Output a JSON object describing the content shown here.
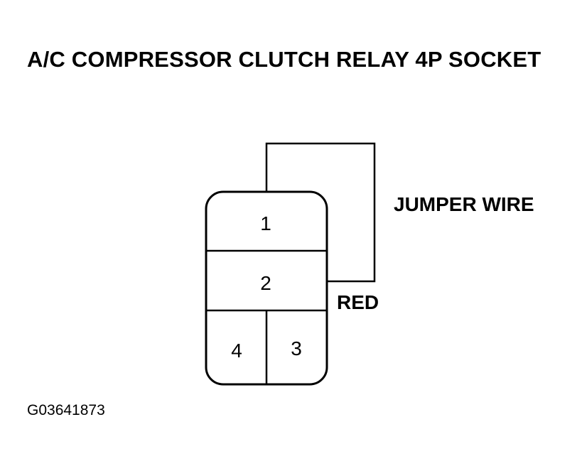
{
  "title": "A/C COMPRESSOR CLUTCH RELAY 4P SOCKET",
  "labels": {
    "jumper_wire": "JUMPER WIRE",
    "wire_color": "RED"
  },
  "socket": {
    "terminals": [
      {
        "id": "1",
        "label": "1"
      },
      {
        "id": "2",
        "label": "2"
      },
      {
        "id": "3",
        "label": "3"
      },
      {
        "id": "4",
        "label": "4"
      }
    ],
    "jumper_between": [
      "1",
      "2"
    ]
  },
  "figure_id": "G03641873"
}
